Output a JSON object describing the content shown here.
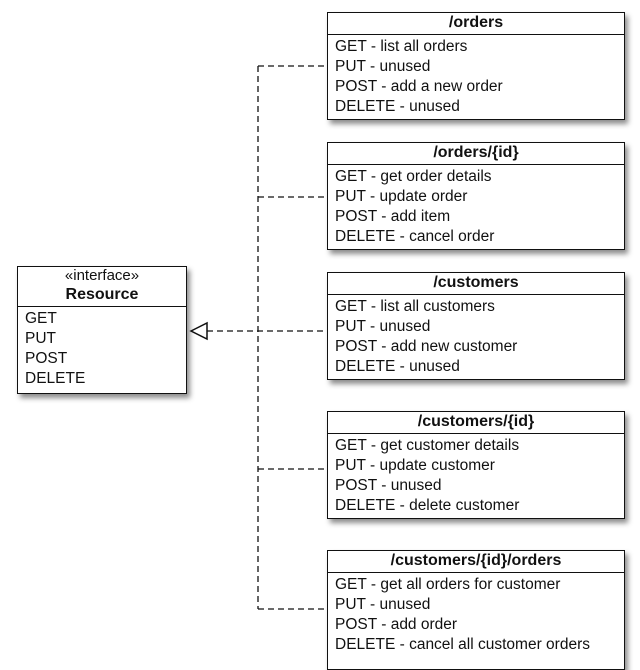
{
  "interface": {
    "stereotype": "«interface»",
    "name": "Resource",
    "methods": [
      "GET",
      "PUT",
      "POST",
      "DELETE"
    ]
  },
  "resources": [
    {
      "path": "/orders",
      "methods": [
        "GET - list all orders",
        "PUT - unused",
        "POST - add a new order",
        "DELETE -  unused"
      ]
    },
    {
      "path": "/orders/{id}",
      "methods": [
        "GET - get order details",
        "PUT - update order",
        "POST - add item",
        "DELETE - cancel order"
      ]
    },
    {
      "path": "/customers",
      "methods": [
        "GET - list all customers",
        "PUT - unused",
        "POST - add new customer",
        "DELETE - unused"
      ]
    },
    {
      "path": "/customers/{id}",
      "methods": [
        "GET - get customer details",
        "PUT - update customer",
        "POST - unused",
        "DELETE - delete customer"
      ]
    },
    {
      "path": "/customers/{id}/orders",
      "methods": [
        "GET - get all orders for customer",
        "PUT - unused",
        "POST - add order",
        "DELETE - cancel all customer orders"
      ]
    }
  ],
  "relationship": "realization"
}
